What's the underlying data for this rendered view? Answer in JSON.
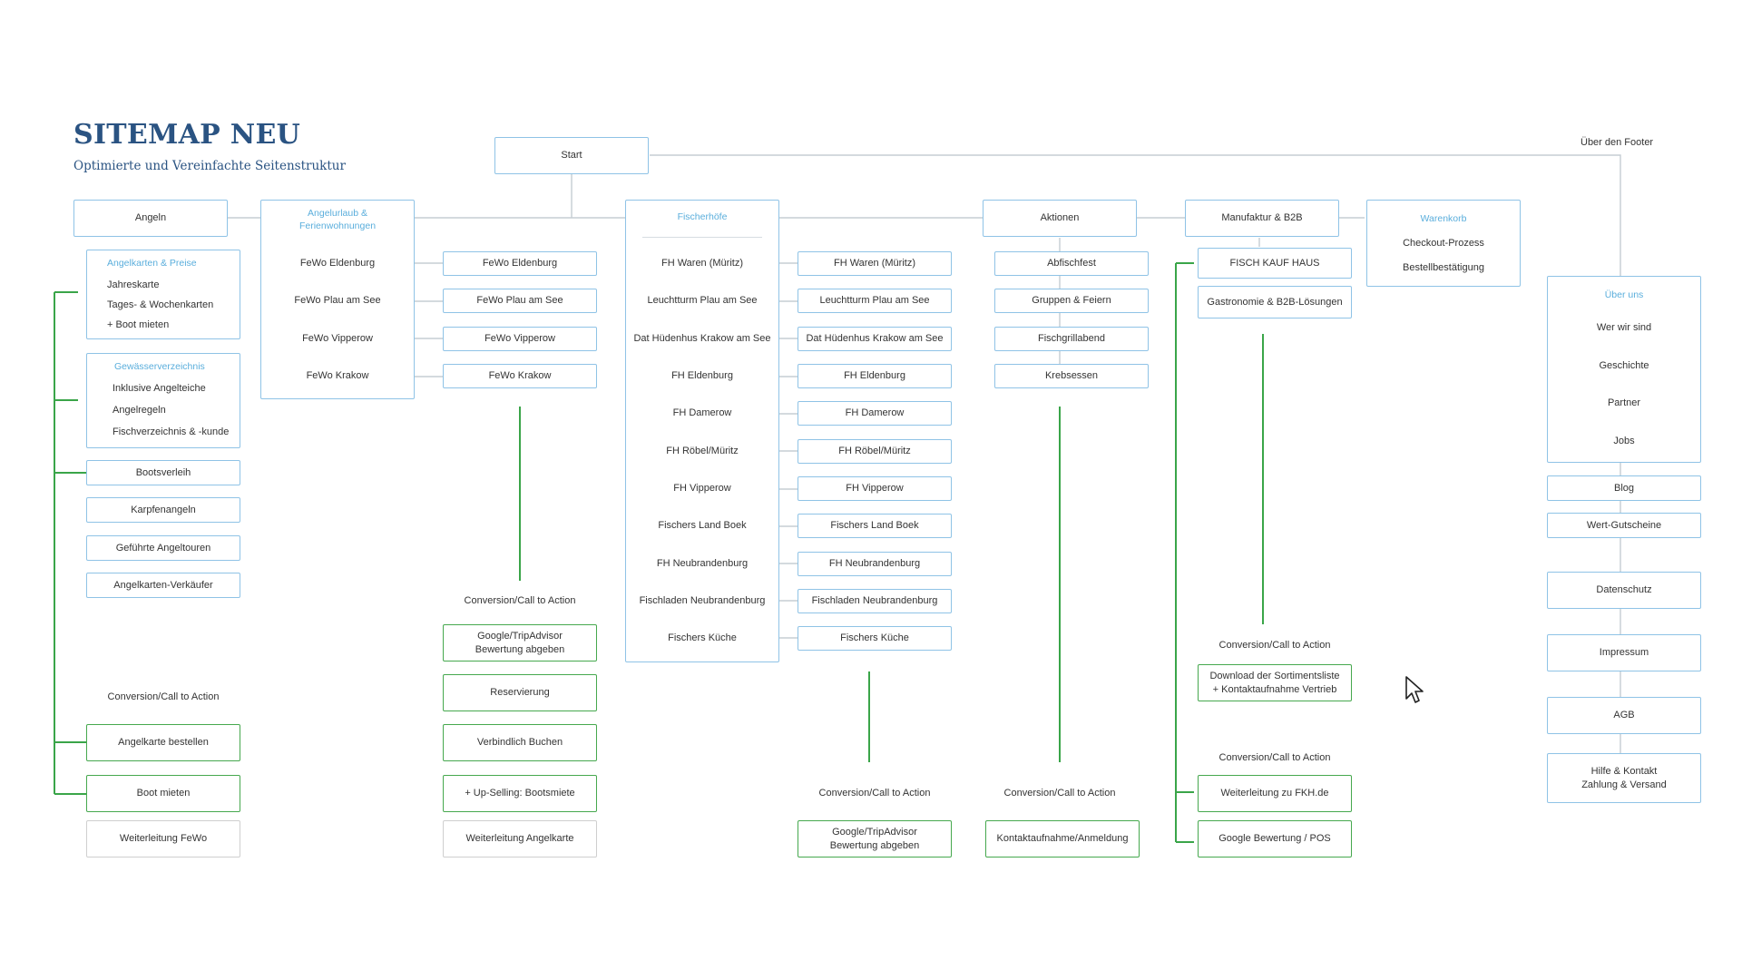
{
  "header": {
    "title": "SITEMAP NEU",
    "subtitle": "Optimierte und Vereinfachte Seitenstruktur"
  },
  "nodes": {
    "start": "Start",
    "footer_label": "Über den Footer"
  },
  "angeln": {
    "title": "Angeln",
    "group_preise": {
      "title": "Angelkarten & Preise",
      "items": [
        "Jahreskarte",
        "Tages- & Wochenkarten",
        "+ Boot mieten"
      ]
    },
    "group_gewaesser": {
      "title": "Gewässerverzeichnis",
      "items": [
        "Inklusive Angelteiche",
        "Angelregeln",
        "Fischverzeichnis & -kunde"
      ]
    },
    "items": [
      "Bootsverleih",
      "Karpfenangeln",
      "Geführte Angeltouren",
      "Angelkarten-Verkäufer"
    ],
    "cta_label": "Conversion/Call to Action",
    "cta_items": [
      "Angelkarte bestellen",
      "Boot mieten"
    ],
    "redirect": "Weiterleitung FeWo"
  },
  "angelurlaub": {
    "title": "Angelurlaub &\nFerienwohnungen",
    "items": [
      "FeWo Eldenburg",
      "FeWo Plau am See",
      "FeWo Vipperow",
      "FeWo Krakow"
    ],
    "pages": [
      "FeWo Eldenburg",
      "FeWo Plau am See",
      "FeWo Vipperow",
      "FeWo Krakow"
    ],
    "cta_label": "Conversion/Call to Action",
    "cta_items": [
      "Google/TripAdvisor\nBewertung abgeben",
      "Reservierung",
      "Verbindlich Buchen",
      "+ Up-Selling: Bootsmiete"
    ],
    "redirect": "Weiterleitung Angelkarte"
  },
  "fischerhoefe": {
    "title": "Fischerhöfe",
    "items": [
      "FH Waren (Müritz)",
      "Leuchtturm Plau am See",
      "Dat Hüdenhus Krakow am See",
      "FH Eldenburg",
      "FH Damerow",
      "FH Röbel/Müritz",
      "FH Vipperow",
      "Fischers Land Boek",
      "FH Neubrandenburg",
      "Fischladen Neubrandenburg",
      "Fischers Küche"
    ],
    "pages": [
      "FH Waren (Müritz)",
      "Leuchtturm Plau am See",
      "Dat Hüdenhus Krakow am See",
      "FH Eldenburg",
      "FH Damerow",
      "FH Röbel/Müritz",
      "FH Vipperow",
      "Fischers Land Boek",
      "FH Neubrandenburg",
      "Fischladen Neubrandenburg",
      "Fischers Küche"
    ],
    "cta_label": "Conversion/Call to Action",
    "cta_item": "Google/TripAdvisor\nBewertung abgeben"
  },
  "aktionen": {
    "title": "Aktionen",
    "items": [
      "Abfischfest",
      "Gruppen & Feiern",
      "Fischgrillabend",
      "Krebsessen"
    ],
    "cta_label": "Conversion/Call to Action",
    "cta_item": "Kontaktaufnahme/Anmeldung"
  },
  "manufaktur": {
    "title": "Manufaktur & B2B",
    "items": [
      "FISCH KAUF HAUS",
      "Gastronomie & B2B-Lösungen"
    ],
    "cta1_label": "Conversion/Call to Action",
    "cta1_item": "Download der Sortimentsliste\n+ Kontaktaufnahme Vertrieb",
    "cta2_label": "Conversion/Call to Action",
    "cta2_items": [
      "Weiterleitung zu FKH.de",
      "Google Bewertung / POS"
    ]
  },
  "warenkorb": {
    "title": "Warenkorb",
    "items": [
      "Checkout-Prozess",
      "Bestellbestätigung"
    ]
  },
  "footer": {
    "group_ueber": {
      "title": "Über uns",
      "items": [
        "Wer wir sind",
        "Geschichte",
        "Partner",
        "Jobs"
      ]
    },
    "items": [
      "Blog",
      "Wert-Gutscheine",
      "Datenschutz",
      "Impressum",
      "AGB",
      "Hilfe & Kontakt\nZahlung & Versand"
    ]
  },
  "colors": {
    "title": "#2a5382",
    "box_border_blue": "#8fc3e6",
    "box_border_green": "#46a84e",
    "box_border_grey": "#cfcfcf",
    "group_heading": "#5aaedc",
    "connector_blue": "#c5cdd3",
    "connector_green": "#3aa549"
  }
}
